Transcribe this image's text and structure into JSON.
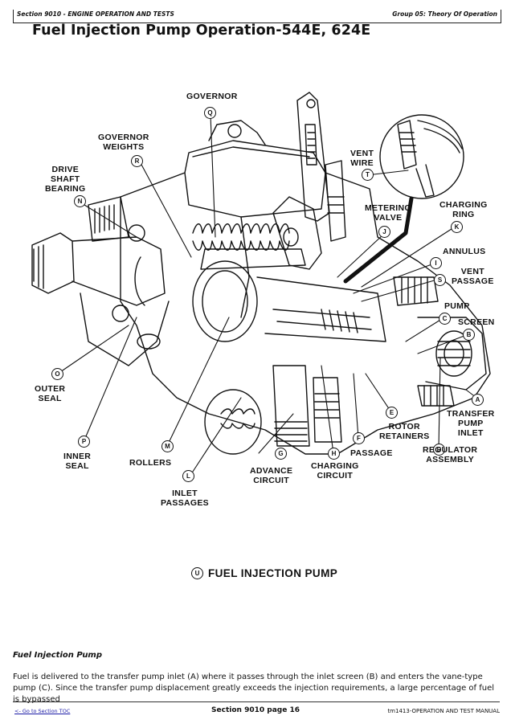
{
  "header": {
    "section": "Section 9010 - ENGINE OPERATION AND TESTS",
    "group": "Group 05: Theory Of Operation"
  },
  "title": "Fuel Injection Pump Operation-544E, 624E",
  "figure": {
    "caption_letter": "U",
    "caption": "FUEL INJECTION PUMP",
    "labels": {
      "governor": {
        "letter": "Q",
        "text": "GOVERNOR"
      },
      "governor_weights": {
        "letter": "R",
        "text": "GOVERNOR\nWEIGHTS"
      },
      "drive_shaft_bearing": {
        "letter": "N",
        "text": "DRIVE\nSHAFT\nBEARING"
      },
      "vent_wire": {
        "letter": "T",
        "text": "VENT\nWIRE"
      },
      "metering_valve": {
        "letter": "J",
        "text": "METERING\nVALVE"
      },
      "charging_ring": {
        "letter": "K",
        "text": "CHARGING\nRING"
      },
      "annulus": {
        "letter": "I",
        "text": "ANNULUS"
      },
      "vent_passage": {
        "letter": "S",
        "text": "VENT\nPASSAGE"
      },
      "pump": {
        "letter": "C",
        "text": "PUMP"
      },
      "screen": {
        "letter": "B",
        "text": "SCREEN"
      },
      "transfer_pump_inlet": {
        "letter": "A",
        "text": "TRANSFER\nPUMP\nINLET"
      },
      "regulator_assembly": {
        "letter": "D",
        "text": "REGULATOR\nASSEMBLY"
      },
      "rotor_retainers": {
        "letter": "E",
        "text": "ROTOR\nRETAINERS"
      },
      "passage": {
        "letter": "F",
        "text": "PASSAGE"
      },
      "charging_circuit": {
        "letter": "H",
        "text": "CHARGING\nCIRCUIT"
      },
      "advance_circuit": {
        "letter": "G",
        "text": "ADVANCE\nCIRCUIT"
      },
      "inlet_passages": {
        "letter": "L",
        "text": "INLET\nPASSAGES"
      },
      "rollers": {
        "letter": "M",
        "text": "ROLLERS"
      },
      "inner_seal": {
        "letter": "P",
        "text": "INNER\nSEAL"
      },
      "outer_seal": {
        "letter": "O",
        "text": "OUTER\nSEAL"
      }
    }
  },
  "body": {
    "subheading": "Fuel Injection Pump",
    "paragraph": "Fuel is delivered to the transfer pump inlet (A) where it passes through the inlet screen (B) and enters the vane-type pump (C). Since the transfer pump displacement greatly exceeds the injection requirements, a large percentage of fuel is bypassed"
  },
  "footer": {
    "toc_link": "<- Go to Section TOC",
    "page": "Section 9010 page 16",
    "manual": "tm1413-OPERATION AND TEST MANUAL"
  }
}
